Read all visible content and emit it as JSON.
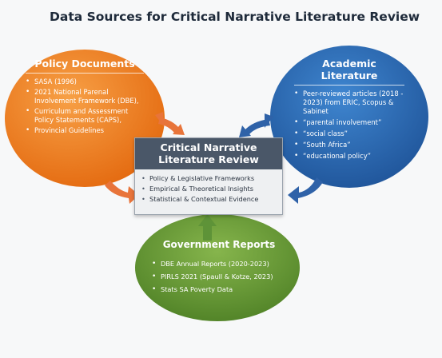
{
  "title": "Data Sources for Critical Narrative Literature Review",
  "policy": {
    "heading": "Policy Documents",
    "items": [
      "SASA (1996)",
      "2021 National Parenal Involvement Framework (DBE),",
      "Curriculum and Assessment Policy Statements (CAPS),",
      "Provincial Guidelines"
    ],
    "color": "#ee7d1c"
  },
  "academic": {
    "heading": "Academic Literature",
    "items": [
      "Peer-reviewed articles (2018 - 2023) from ERIC, Scopus & Sabinet",
      "“parental involvement”",
      "“social class”",
      "“South Africa”",
      "“educational policy”"
    ],
    "color": "#2f6cb5"
  },
  "center": {
    "heading": "Critical Narrative Literature Review",
    "items": [
      "Policy & Legislative Frameworks",
      "Empirical & Theoretical Insights",
      "Statistical & Contextual Evidence"
    ]
  },
  "government": {
    "heading": "Government Reports",
    "items": [
      "DBE Annual Reports (2020-2023)",
      "PIRLS 2021 (Spaull & Kotze, 2023)",
      "Stats SA Poverty Data"
    ],
    "color": "#6a9a3a"
  },
  "colors": {
    "orange_arrow": "#e8743a",
    "blue_arrow": "#2f62a8",
    "green_arrow": "#5e9338",
    "center_header": "#4a5768"
  }
}
